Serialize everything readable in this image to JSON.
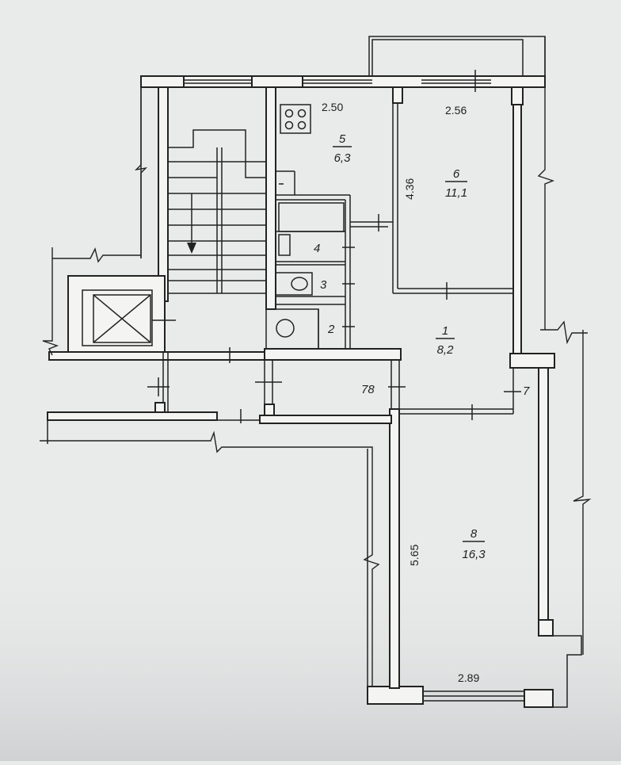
{
  "plan": {
    "rooms": [
      {
        "number": "5",
        "area": "6,3",
        "width": "2.50"
      },
      {
        "number": "6",
        "area": "11,1",
        "width": "2.56",
        "depth": "4.36"
      },
      {
        "number": "4"
      },
      {
        "number": "3"
      },
      {
        "number": "2"
      },
      {
        "number": "1",
        "area": "8,2"
      },
      {
        "number": "78"
      },
      {
        "number": "7"
      },
      {
        "number": "8",
        "area": "16,3",
        "width": "2.89",
        "depth": "5.65"
      }
    ]
  }
}
